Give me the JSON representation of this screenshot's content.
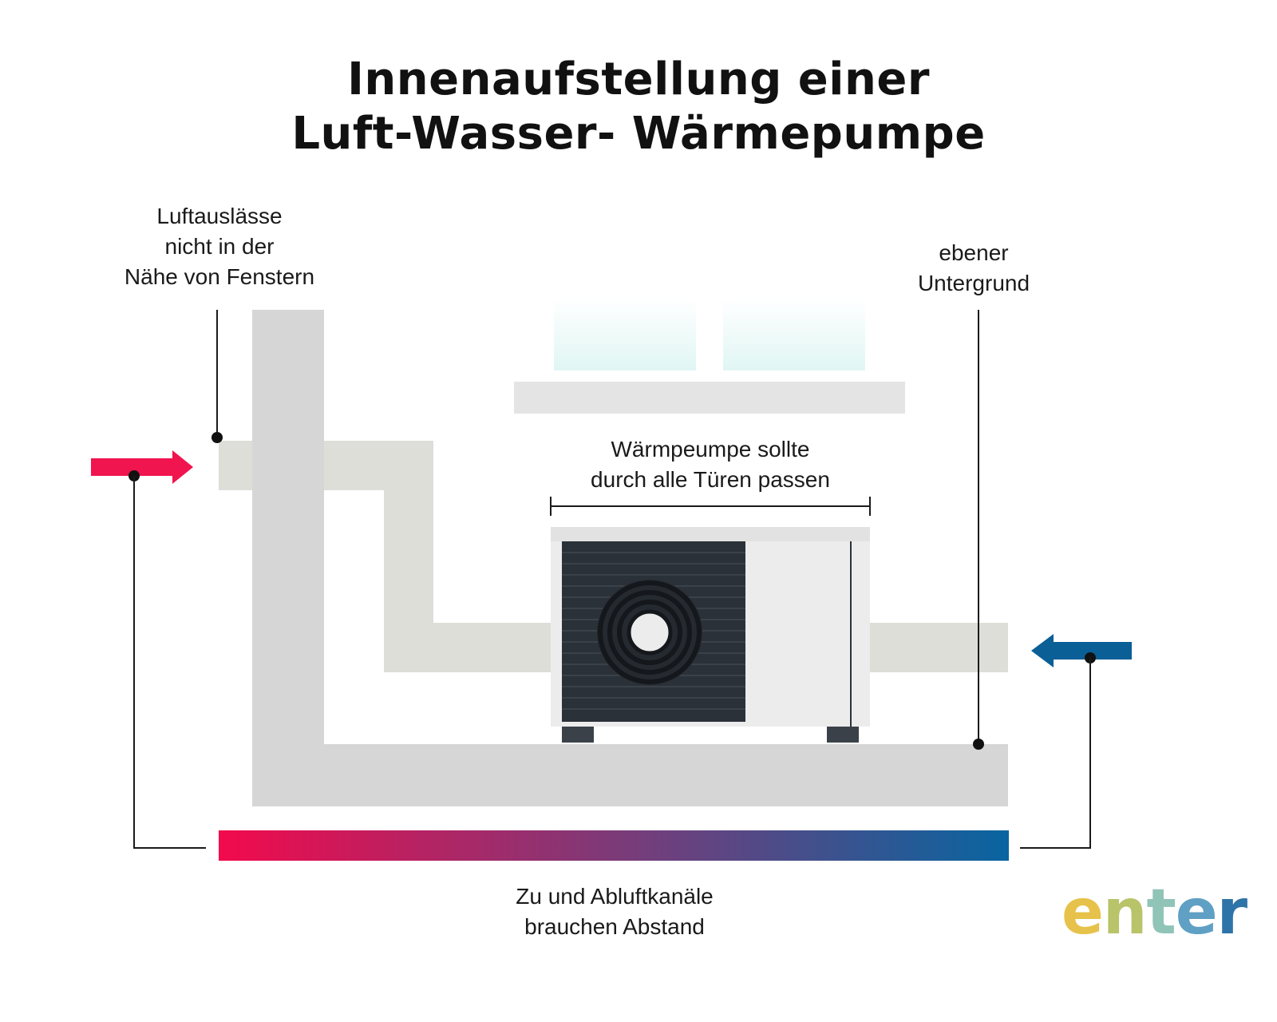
{
  "title": {
    "line1": "Innenaufstellung einer",
    "line2": "Luft-Wasser- Wärmepumpe"
  },
  "labels": {
    "windows": {
      "line1": "Luftauslässe",
      "line2": "nicht in der",
      "line3": "Nähe von Fenstern"
    },
    "ground": {
      "line1": "ebener",
      "line2": "Untergrund"
    },
    "doors": {
      "line1": "Wärmpeumpe sollte",
      "line2": "durch alle Türen passen"
    },
    "ducts": {
      "line1": "Zu und Abluftkanäle",
      "line2": "brauchen Abstand"
    }
  },
  "logo": {
    "text": "enter",
    "letters": [
      "e",
      "n",
      "t",
      "e",
      "r"
    ],
    "letter_colors": [
      "#e6c24a",
      "#b9c36a",
      "#8fc4b7",
      "#5fa0c4",
      "#2f74a8"
    ]
  },
  "colors": {
    "warm_arrow": "#f0144f",
    "cold_arrow": "#0a5f96",
    "gradient_start": "#f20a4c",
    "gradient_end": "#0865a0",
    "duct": "#deded9",
    "wall": "#d6d6d6",
    "unit_dark": "#2b3138",
    "unit_light": "#ececec",
    "window_glass": "#e2f7f5"
  },
  "icons": {
    "intake_arrow": "arrow-right-icon",
    "exhaust_arrow": "arrow-left-icon",
    "fan": "fan-icon"
  }
}
